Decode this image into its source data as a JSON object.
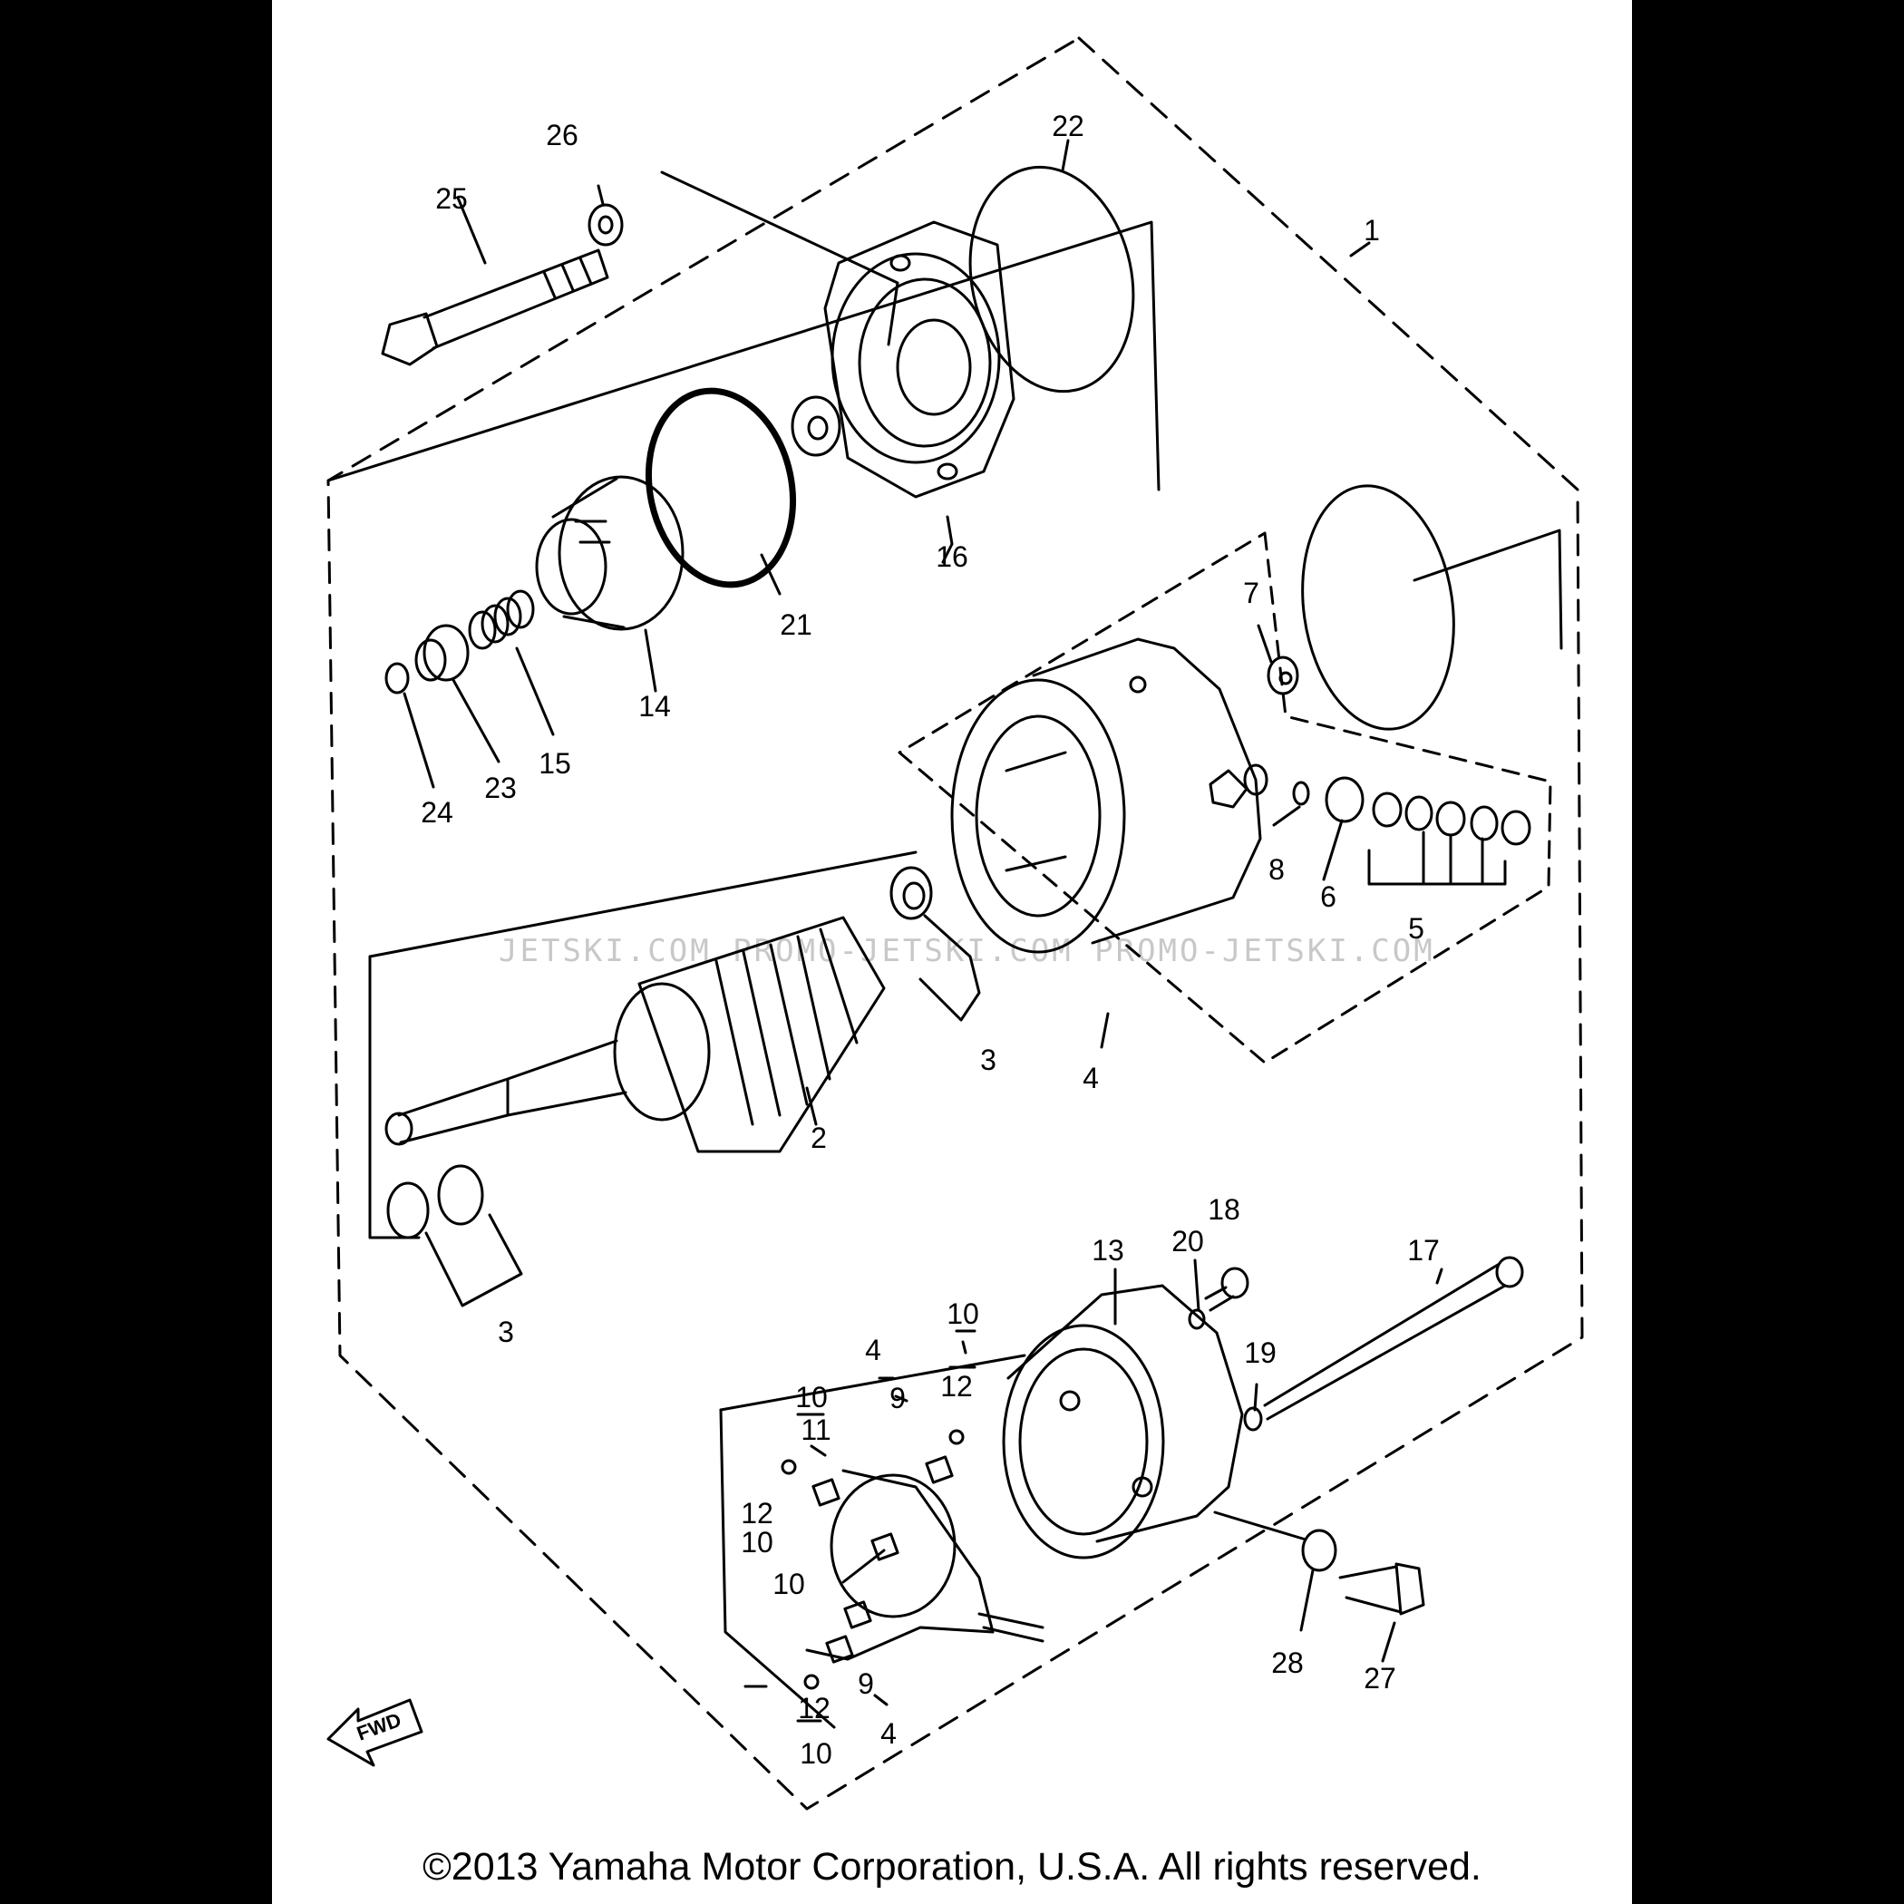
{
  "diagram": {
    "callouts": [
      {
        "id": "c1",
        "text": "1"
      },
      {
        "id": "c2",
        "text": "2"
      },
      {
        "id": "c3a",
        "text": "3"
      },
      {
        "id": "c3b",
        "text": "3"
      },
      {
        "id": "c4a",
        "text": "4"
      },
      {
        "id": "c4b",
        "text": "4"
      },
      {
        "id": "c4c",
        "text": "4"
      },
      {
        "id": "c5",
        "text": "5"
      },
      {
        "id": "c6",
        "text": "6"
      },
      {
        "id": "c7",
        "text": "7"
      },
      {
        "id": "c8",
        "text": "8"
      },
      {
        "id": "c9a",
        "text": "9"
      },
      {
        "id": "c9b",
        "text": "9"
      },
      {
        "id": "c10a",
        "text": "10"
      },
      {
        "id": "c10b",
        "text": "10"
      },
      {
        "id": "c10c",
        "text": "10"
      },
      {
        "id": "c10d",
        "text": "10"
      },
      {
        "id": "c10e",
        "text": "10"
      },
      {
        "id": "c11",
        "text": "11"
      },
      {
        "id": "c12a",
        "text": "12"
      },
      {
        "id": "c12b",
        "text": "12"
      },
      {
        "id": "c12c",
        "text": "12"
      },
      {
        "id": "c13",
        "text": "13"
      },
      {
        "id": "c14",
        "text": "14"
      },
      {
        "id": "c15",
        "text": "15"
      },
      {
        "id": "c16",
        "text": "16"
      },
      {
        "id": "c17",
        "text": "17"
      },
      {
        "id": "c18",
        "text": "18"
      },
      {
        "id": "c19",
        "text": "19"
      },
      {
        "id": "c20",
        "text": "20"
      },
      {
        "id": "c21",
        "text": "21"
      },
      {
        "id": "c22",
        "text": "22"
      },
      {
        "id": "c23",
        "text": "23"
      },
      {
        "id": "c24",
        "text": "24"
      },
      {
        "id": "c25",
        "text": "25"
      },
      {
        "id": "c26",
        "text": "26"
      },
      {
        "id": "c27",
        "text": "27"
      },
      {
        "id": "c28",
        "text": "28"
      }
    ],
    "fwd_label": "FWD",
    "watermark": "JETSKI.COM  PROMO-JETSKI.COM  PROMO-JETSKI.COM"
  },
  "footer": {
    "copyright": "©2013 Yamaha Motor Corporation, U.S.A. All rights reserved."
  }
}
